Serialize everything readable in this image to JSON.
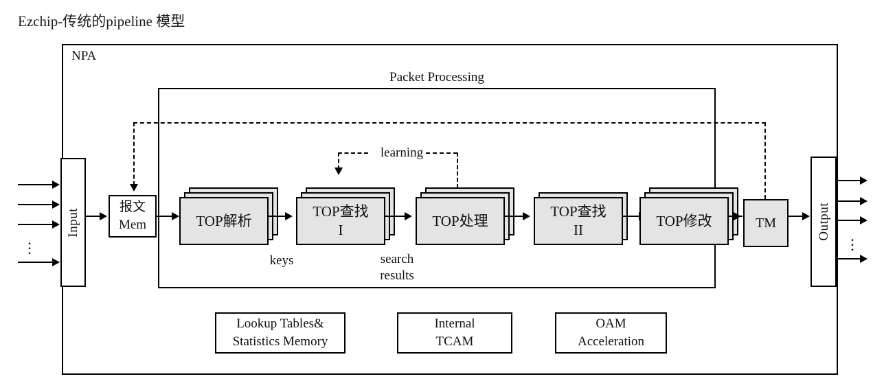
{
  "title": "Ezchip-传统的pipeline 模型",
  "diagram": {
    "outer_frame_label": "NPA",
    "inner_frame_label": "Packet Processing",
    "io": {
      "input_label": "Input",
      "output_label": "Output",
      "input_arrow_count": 4,
      "output_arrow_count": 4,
      "ellipsis": "⋮"
    },
    "memory_box": {
      "line1": "报文",
      "line2": "Mem"
    },
    "stages": [
      {
        "id": "top-parse",
        "label": "TOP解析",
        "layers": 3
      },
      {
        "id": "top-lookup-1",
        "label": "TOP查找\nI",
        "layers": 3
      },
      {
        "id": "top-process",
        "label": "TOP处理",
        "layers": 3
      },
      {
        "id": "top-lookup-2",
        "label": "TOP查找\nII",
        "layers": 2
      },
      {
        "id": "top-modify",
        "label": "TOP修改",
        "layers": 3
      }
    ],
    "tm_box": {
      "label": "TM"
    },
    "captions": {
      "keys": "keys",
      "search_results": "search\nresults",
      "learning": "learning"
    },
    "resources": [
      {
        "id": "lookup-tables",
        "label": "Lookup Tables&\nStatistics Memory"
      },
      {
        "id": "internal-tcam",
        "label": "Internal\nTCAM"
      },
      {
        "id": "oam-accel",
        "label": "OAM\nAcceleration"
      }
    ],
    "colors": {
      "stage_fill": "#e4e4e4",
      "stroke": "#000000",
      "background": "#ffffff"
    }
  }
}
